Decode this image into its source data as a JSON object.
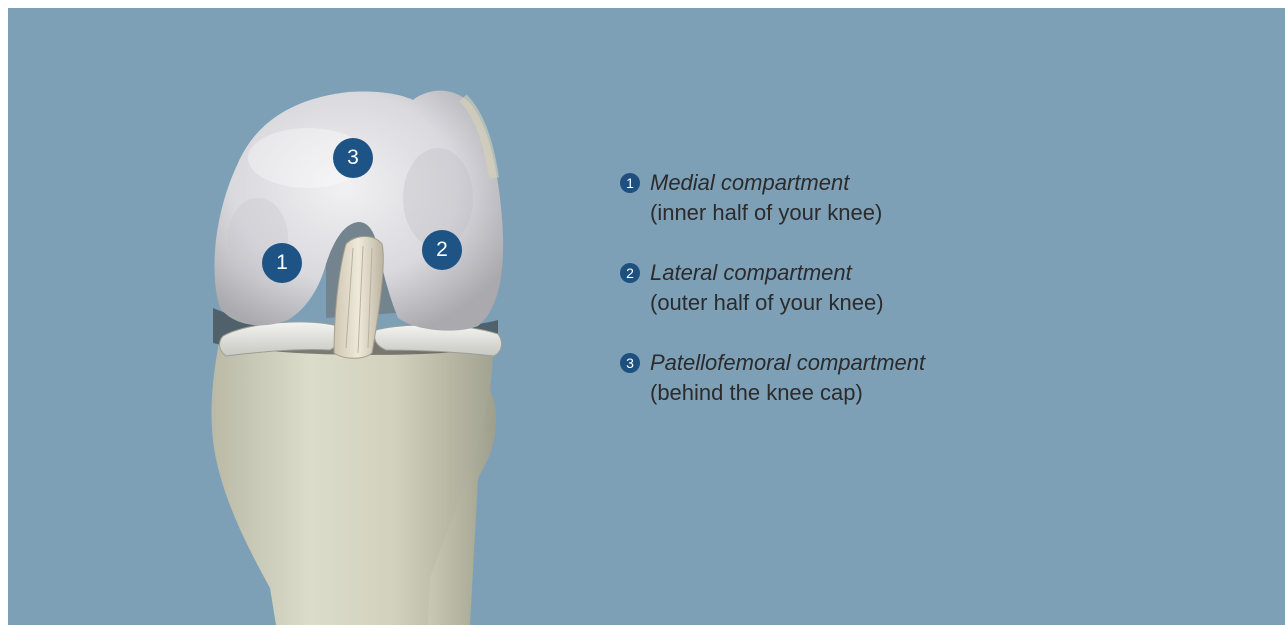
{
  "compartments": [
    {
      "number": "1",
      "title": "Medial compartment",
      "description": "(inner half of your knee)"
    },
    {
      "number": "2",
      "title": "Lateral compartment",
      "description": "(outer half of your knee)"
    },
    {
      "number": "3",
      "title": "Patellofemoral compartment",
      "description": "(behind the knee cap)"
    }
  ],
  "colors": {
    "background": "#7da0b7",
    "badge": "#1d4f7f",
    "text": "#2b2b2b",
    "bone": "#e4e4df"
  }
}
